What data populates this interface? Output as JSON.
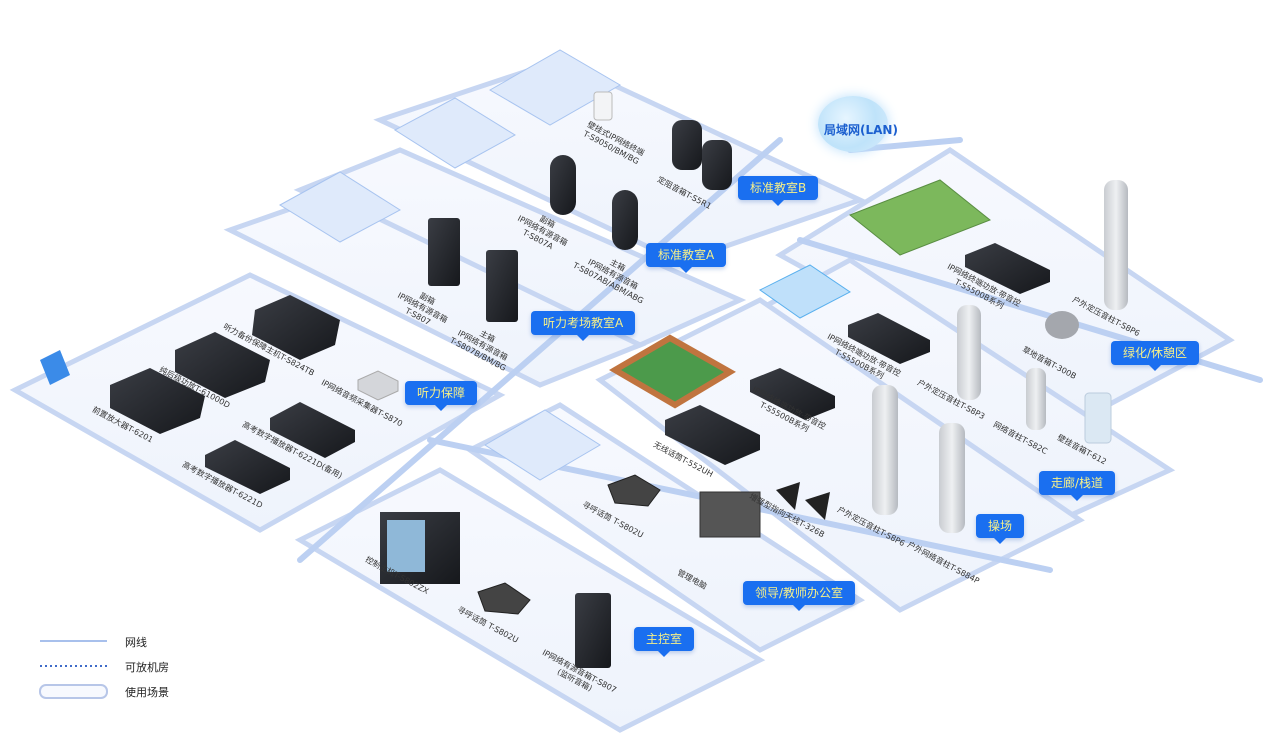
{
  "network_label": "局域网(LAN)",
  "legend": [
    {
      "label": "网线",
      "style": "solid-line"
    },
    {
      "label": "可放机房",
      "style": "dotted-line"
    },
    {
      "label": "使用场景",
      "style": "platform"
    }
  ],
  "zones": [
    {
      "id": "standard-classroom-b",
      "label": "标准教室B"
    },
    {
      "id": "standard-classroom-a",
      "label": "标准教室A"
    },
    {
      "id": "listening-exam-room-a",
      "label": "听力考场教室A"
    },
    {
      "id": "listening-support",
      "label": "听力保障"
    },
    {
      "id": "green-rest-area",
      "label": "绿化/休憩区"
    },
    {
      "id": "corridor",
      "label": "走廊/栈道"
    },
    {
      "id": "playground",
      "label": "操场"
    },
    {
      "id": "office",
      "label": "领导/教师办公室"
    },
    {
      "id": "control-room",
      "label": "主控室"
    }
  ],
  "devices": [
    {
      "id": "wall-terminal",
      "label": "壁挂式IP网络终端\nT-S9050/BM/BG"
    },
    {
      "id": "fixed-speaker-b",
      "label": "定阻音箱T-S5R1"
    },
    {
      "id": "sub-speaker-a",
      "label": "副箱\nIP网络有源音箱\nT-S807A"
    },
    {
      "id": "main-speaker-a",
      "label": "主箱\nIP网络有源音箱\nT-S807AB/ABM/ABG"
    },
    {
      "id": "sub-speaker",
      "label": "副箱\nIP网络有源音箱\nT-S807"
    },
    {
      "id": "main-speaker",
      "label": "主箱\nIP网络有源音箱\nT-S807B/BM/BG"
    },
    {
      "id": "listening-host",
      "label": "听力备份保障主机T-S824TB"
    },
    {
      "id": "ip-gateway",
      "label": "IP网络音频采集器T-S870"
    },
    {
      "id": "power-amp",
      "label": "纯后级功放T-61000D"
    },
    {
      "id": "preamp",
      "label": "前置放大器T-6201"
    },
    {
      "id": "exam-player-backup",
      "label": "高考数字播放器T-6221D(备用)"
    },
    {
      "id": "exam-player",
      "label": "高考数字播放器T-6221D"
    },
    {
      "id": "wireless-mic",
      "label": "无线话筒T-552UH"
    },
    {
      "id": "ip-amp-1",
      "label": "IP网络终端功放·带音控\nT-S5500B系列"
    },
    {
      "id": "ip-amp-2",
      "label": "IP网络终端功放·带音控\nT-S5500B系列"
    },
    {
      "id": "ip-amp-3",
      "label": "IP网络终端功放·带音控\nT-S5500B系列"
    },
    {
      "id": "outdoor-column-sp6",
      "label": "户外定压音柱T-S8P6"
    },
    {
      "id": "lawn-speaker",
      "label": "草地音箱T-300B"
    },
    {
      "id": "outdoor-column-sp3",
      "label": "户外定压音柱T-S8P3"
    },
    {
      "id": "network-column",
      "label": "网络音柱T-S82C"
    },
    {
      "id": "wall-speaker",
      "label": "壁挂音箱T-612"
    },
    {
      "id": "antenna",
      "label": "增强型指向天线T-326B"
    },
    {
      "id": "outdoor-column-sp6-b",
      "label": "户外定压音柱T-S8P6"
    },
    {
      "id": "outdoor-net-column",
      "label": "户外网络音柱T-S884P"
    },
    {
      "id": "paging-mic-office",
      "label": "寻呼话筒 T-S802U"
    },
    {
      "id": "mgmt-pc",
      "label": "管理电脑"
    },
    {
      "id": "control-host",
      "label": "控制主机T-S802ZX"
    },
    {
      "id": "paging-mic-control",
      "label": "寻呼话筒 T-S802U"
    },
    {
      "id": "monitor-speaker",
      "label": "IP网络有源音箱T-S807\n(监听音箱)"
    }
  ]
}
